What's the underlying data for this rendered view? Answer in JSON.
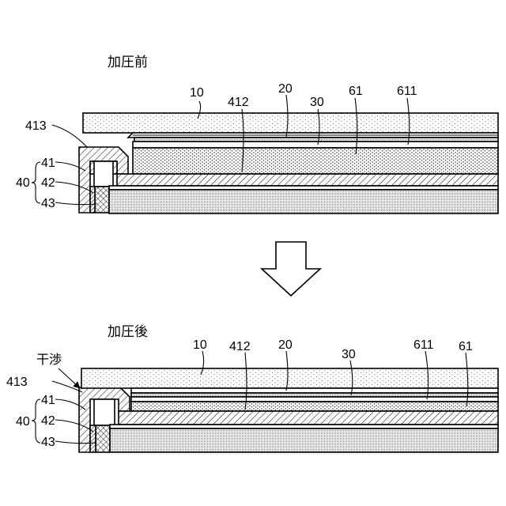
{
  "before": {
    "title": "加圧前",
    "labels": {
      "l10": "10",
      "l412": "412",
      "l20": "20",
      "l30": "30",
      "l61": "61",
      "l611": "611",
      "l413": "413",
      "l41": "41",
      "l42": "42",
      "l43": "43",
      "l40": "40"
    }
  },
  "after": {
    "title": "加圧後",
    "interference": "干渉",
    "labels": {
      "l10": "10",
      "l412": "412",
      "l20": "20",
      "l30": "30",
      "l611": "611",
      "l61": "61",
      "l413": "413",
      "l41": "41",
      "l42": "42",
      "l43": "43",
      "l40": "40"
    }
  },
  "arrow": {
    "direction": "down"
  }
}
